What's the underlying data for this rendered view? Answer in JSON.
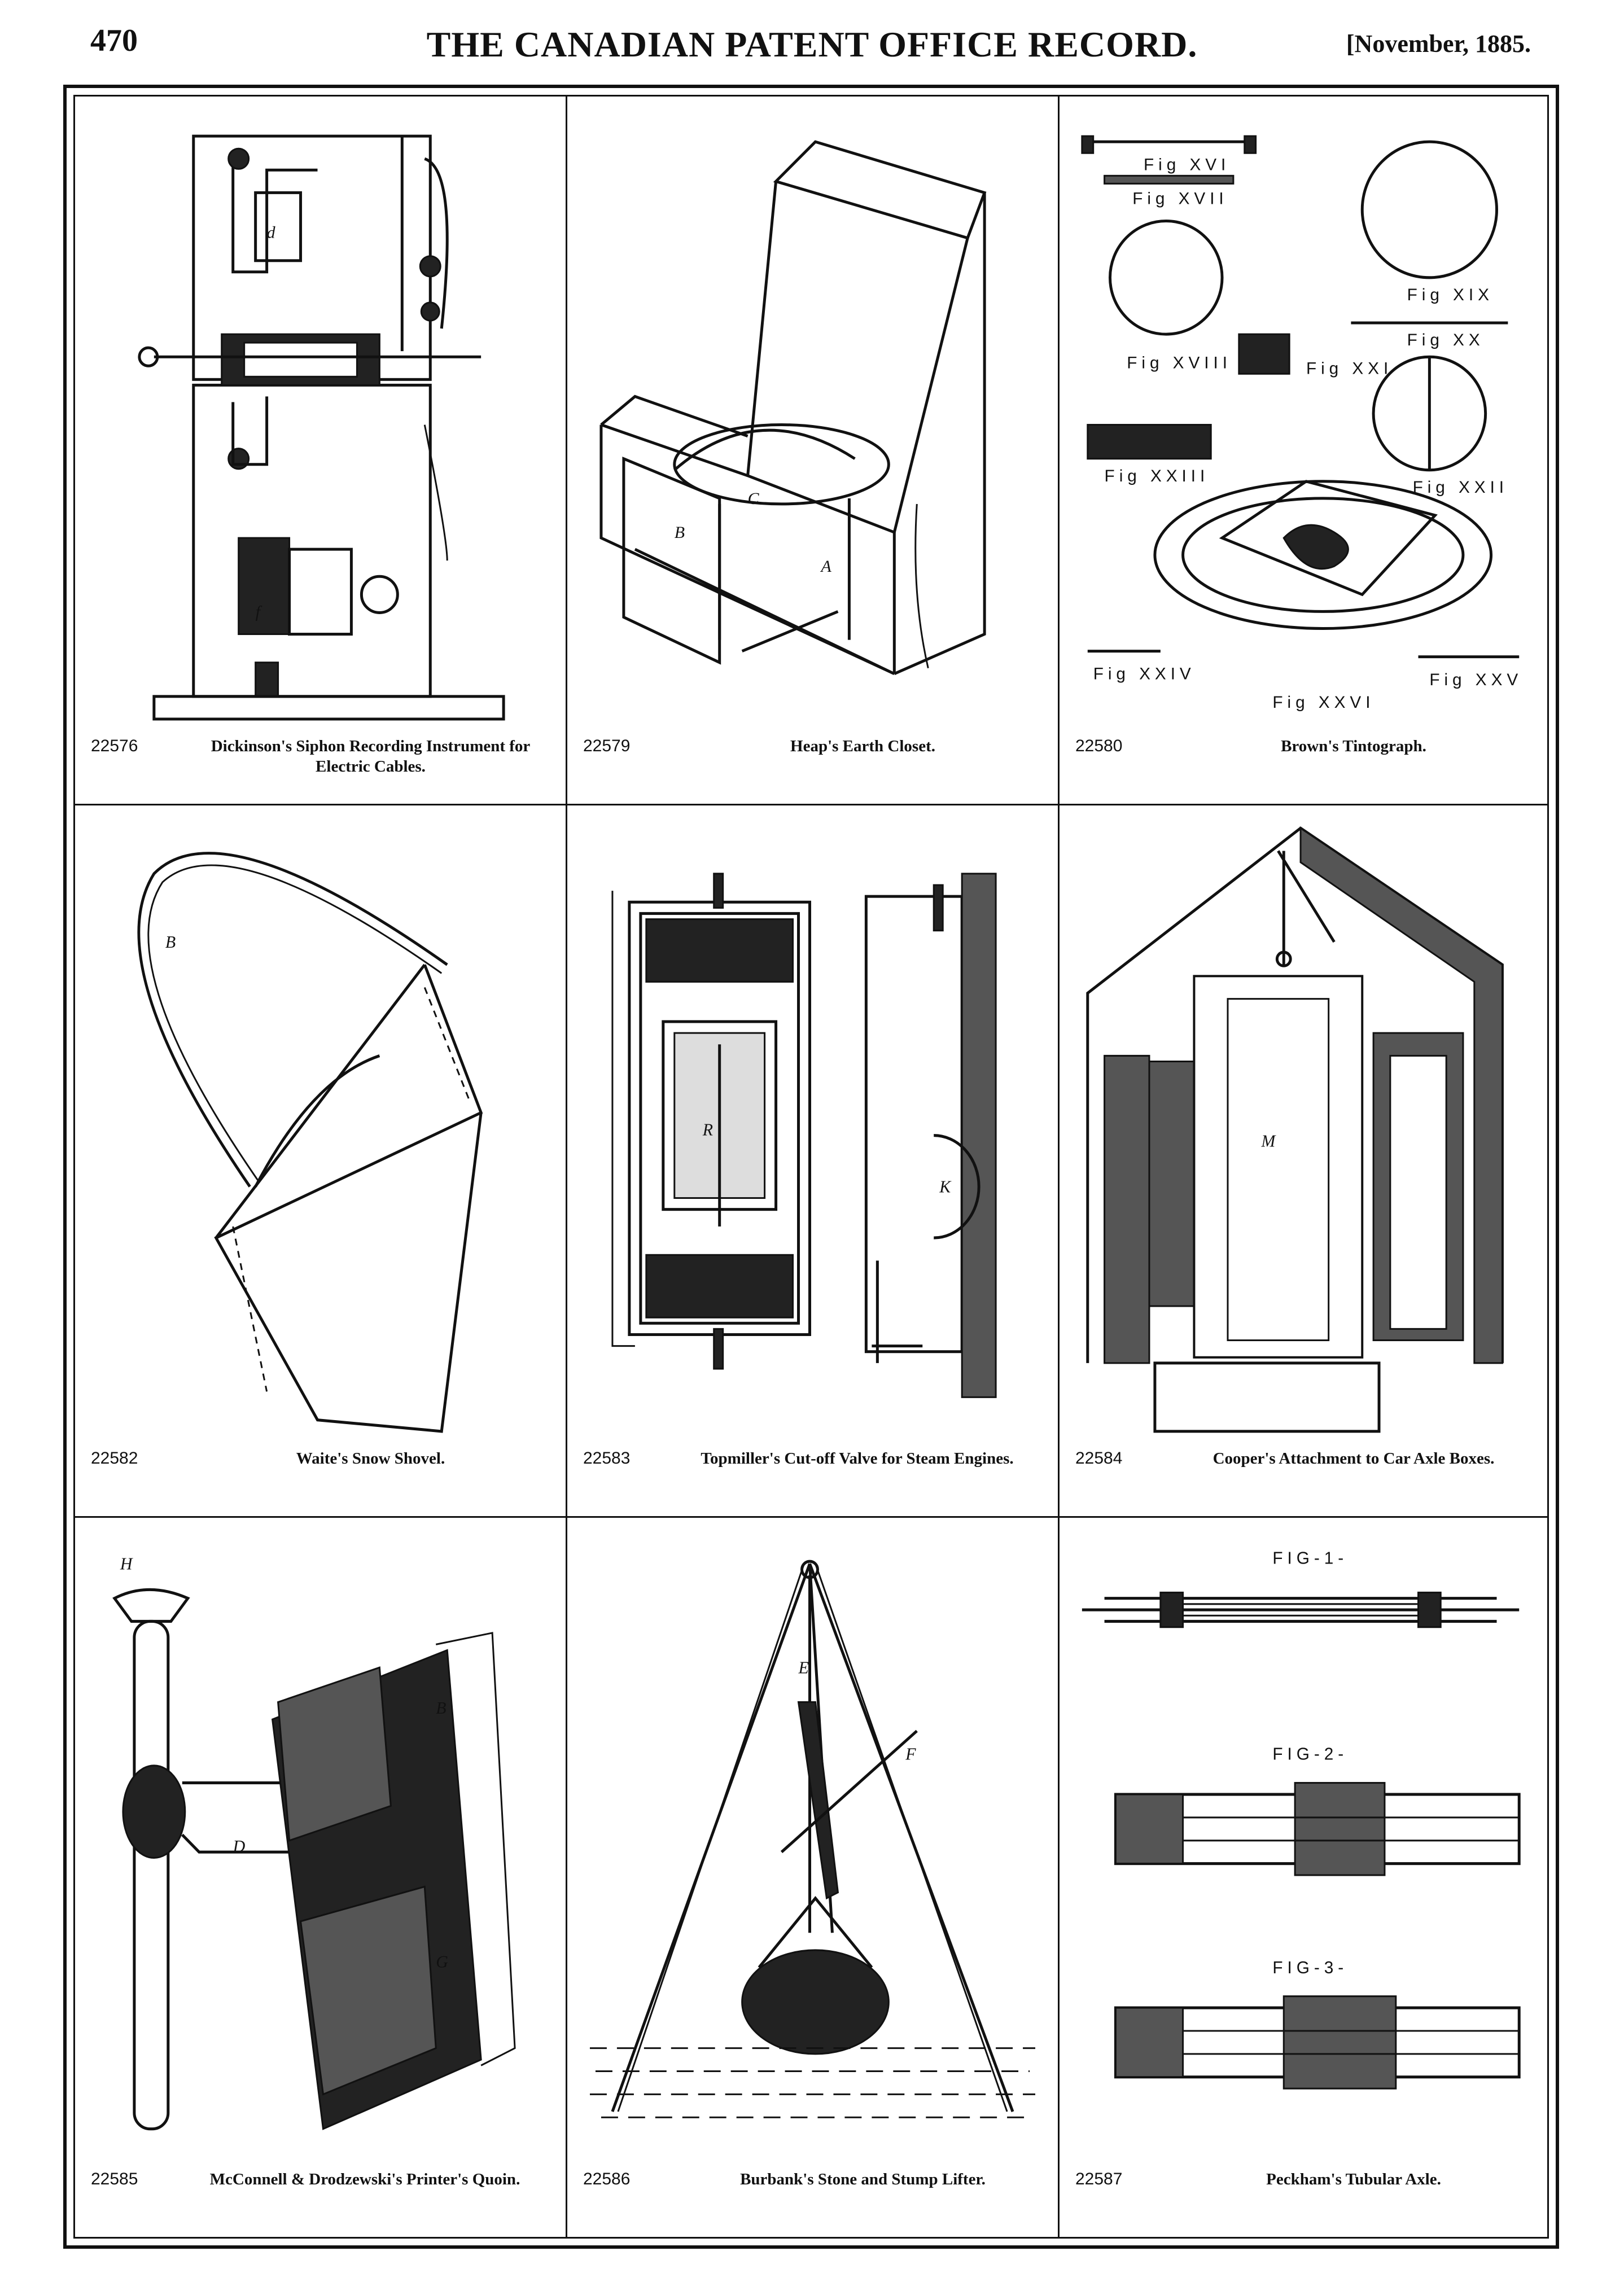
{
  "header": {
    "page_number": "470",
    "title": "THE CANADIAN PATENT OFFICE RECORD.",
    "date": "[November, 1885."
  },
  "patents": [
    {
      "number": "22576",
      "title": "Dickinson's Siphon Recording Instrument for Electric Cables."
    },
    {
      "number": "22579",
      "title": "Heap's Earth Closet."
    },
    {
      "number": "22580",
      "title": "Brown's Tintograph."
    },
    {
      "number": "22582",
      "title": "Waite's Snow Shovel."
    },
    {
      "number": "22583",
      "title": "Topmiller's Cut-off Valve for Steam Engines."
    },
    {
      "number": "22584",
      "title": "Cooper's Attachment to Car Axle Boxes."
    },
    {
      "number": "22585",
      "title": "McConnell & Drodzewski's Printer's Quoin."
    },
    {
      "number": "22586",
      "title": "Burbank's Stone and Stump Lifter."
    },
    {
      "number": "22587",
      "title": "Peckham's Tubular Axle."
    }
  ],
  "figure_labels": {
    "tintograph": [
      "Fig XVI",
      "Fig XVII",
      "Fig XVIII",
      "Fig XIX",
      "Fig XX",
      "Fig XXI",
      "Fig XXII",
      "Fig XXIII",
      "Fig XXIV",
      "Fig XXV",
      "Fig XXVI"
    ],
    "axle": [
      "FIG-1-",
      "FIG-2-",
      "FIG-3-"
    ]
  }
}
